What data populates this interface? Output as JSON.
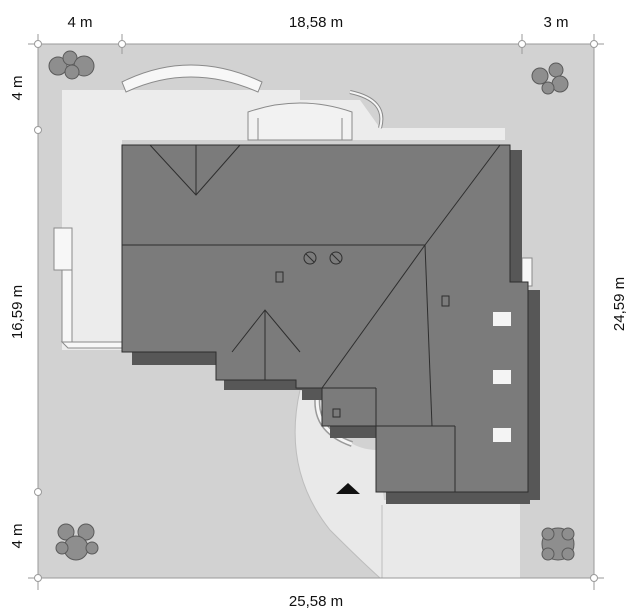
{
  "dimensions": {
    "top_left": "4 m",
    "top_middle": "18,58 m",
    "top_right": "3 m",
    "bottom": "25,58 m",
    "left_top": "4 m",
    "left_middle": "16,59 m",
    "left_bottom": "4 m",
    "right": "24,59 m"
  },
  "colors": {
    "plot": "#d2d2d2",
    "terrace": "#ededed",
    "roof": "#7b7b7b",
    "roof_shadow": "#575757",
    "roof_edge": "#2e2e2e",
    "dimension_line": "#9a9a9a",
    "tree": "#8e8e8e"
  },
  "icons": {
    "entrance": "entrance-triangle-icon",
    "trees": "tree-icon",
    "skylights": "skylight-icon",
    "chimneys": "chimney-icon"
  }
}
